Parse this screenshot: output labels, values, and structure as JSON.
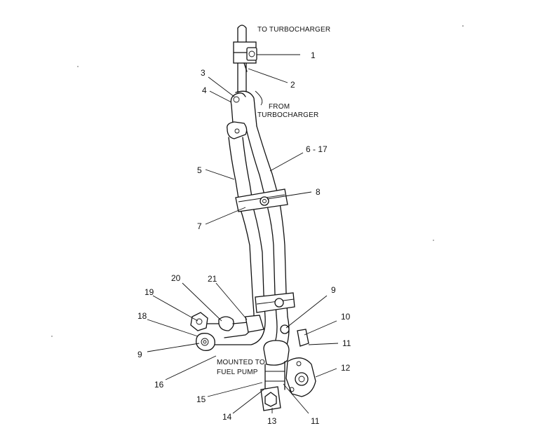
{
  "notes": {
    "to_turbo": "TO TURBOCHARGER",
    "from_turbo_1": "FROM",
    "from_turbo_2": "TURBOCHARGER",
    "mounted_1": "MOUNTED TO",
    "mounted_2": "FUEL PUMP"
  },
  "callouts": {
    "c1": "1",
    "c2": "2",
    "c3": "3",
    "c4": "4",
    "c5": "5",
    "c6": "6 - 17",
    "c7": "7",
    "c8": "8",
    "c9a": "9",
    "c9b": "9",
    "c10": "10",
    "c11a": "11",
    "c11b": "11",
    "c12": "12",
    "c13": "13",
    "c14": "14",
    "c15": "15",
    "c16": "16",
    "c18": "18",
    "c19": "19",
    "c20": "20",
    "c21": "21"
  }
}
